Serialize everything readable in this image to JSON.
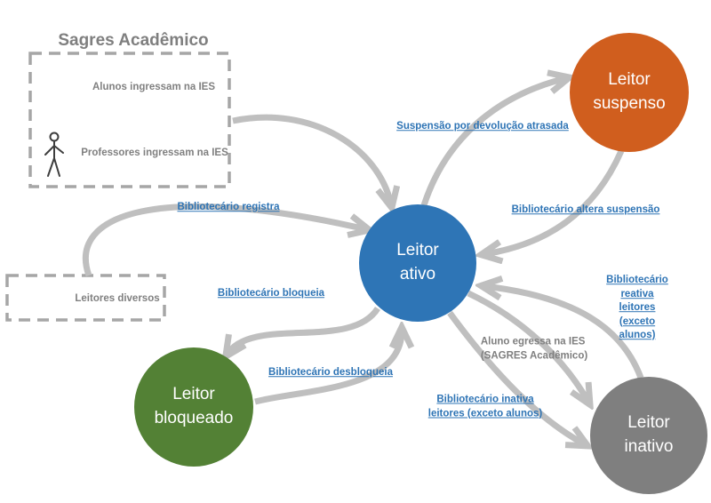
{
  "title": "Sagres Acadêmico",
  "colors": {
    "state_active": "#2E75B6",
    "state_suspended": "#D05E1E",
    "state_blocked": "#538135",
    "state_inactive": "#7F7F7F",
    "arrow": "#BFBFBF",
    "link_text": "#2E74B5",
    "muted_text": "#808080",
    "dashed_border": "#A6A6A6"
  },
  "external": {
    "sagres_box": {
      "alunos_event": "Alunos ingressam na IES",
      "professores_event": "Professores ingressam na IES",
      "icon": "person-sketch-icon"
    },
    "leitores_box": {
      "label": "Leitores diversos"
    }
  },
  "states": {
    "ativo": "Leitor\nativo",
    "suspenso": "Leitor\nsuspenso",
    "bloqueado": "Leitor\nbloqueado",
    "inativo": "Leitor\ninativo"
  },
  "transitions": {
    "registra": "Bibliotecário registra",
    "suspensao": "Suspensão por devolução atrasada",
    "altera": "Bibliotecário altera suspensão",
    "bloqueia": "Bibliotecário bloqueia",
    "desbloqueia": "Bibliotecário desbloqueia",
    "reativa": "Bibliotecário reativa\nleitores (exceto alunos)",
    "egressa": "Aluno egressa na IES\n(SAGRES Acadêmico)",
    "inativa": "Bibliotecário inativa\nleitores (exceto alunos)"
  }
}
